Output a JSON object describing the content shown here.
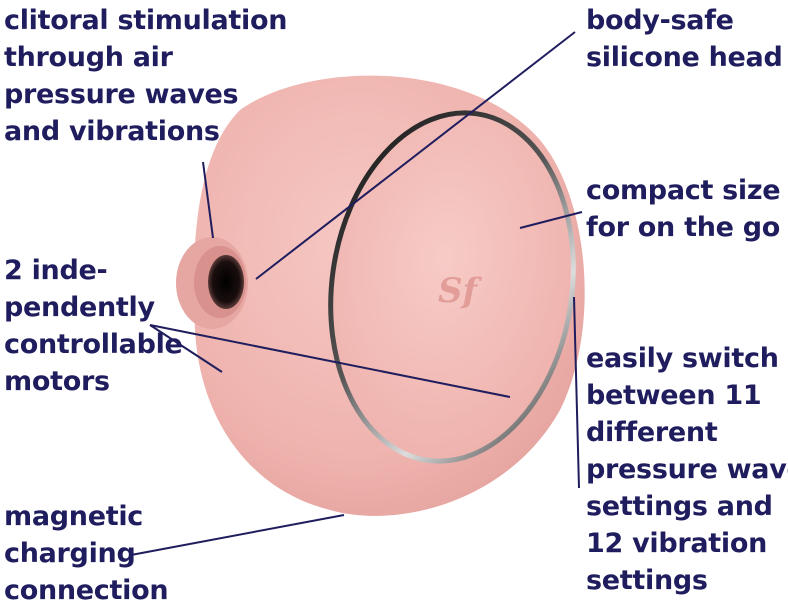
{
  "labels": {
    "clitoral": [
      "clitoral stimulation",
      "through air",
      "pressure waves",
      "and vibrations"
    ],
    "motors": [
      "2 inde-",
      "pendently",
      "controllable",
      "motors"
    ],
    "magnetic": [
      "magnetic",
      "charging",
      "connection"
    ],
    "body_safe": [
      "body-safe",
      "silicone head"
    ],
    "compact": [
      "compact size",
      "for on the go"
    ],
    "switch": [
      "easily switch",
      "between 11",
      "different",
      "pressure wave",
      "settings and",
      "12 vibration",
      "settings"
    ]
  },
  "logo": "Sf",
  "colors": {
    "text": "#1f1d5e",
    "body": "#f2b9b5",
    "line": "#1f1d5e"
  }
}
